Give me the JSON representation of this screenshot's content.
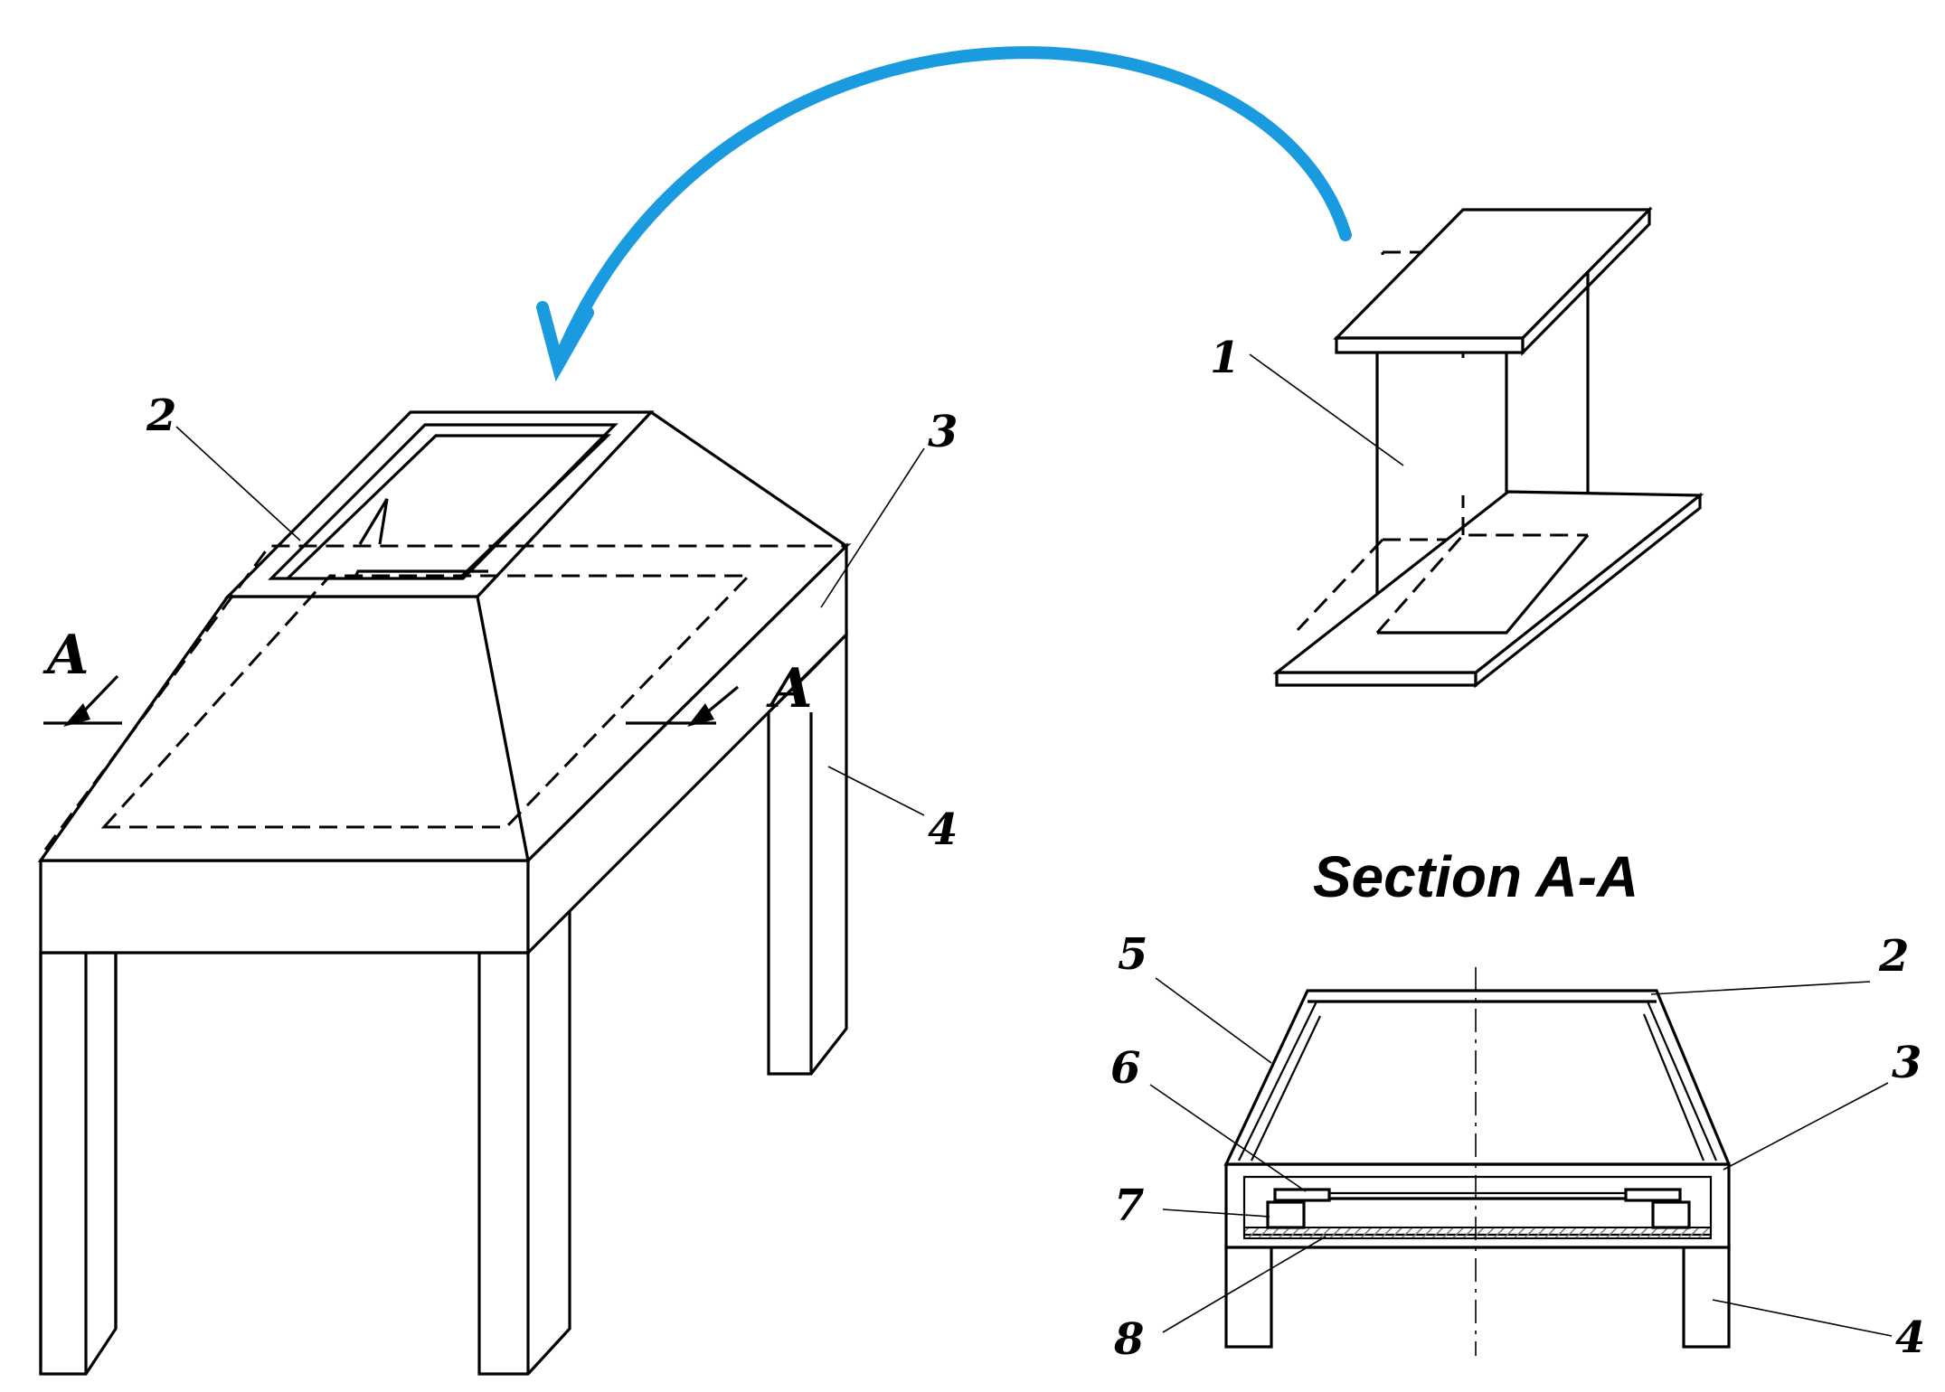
{
  "labels": {
    "n1": "1",
    "n2a": "2",
    "n3a": "3",
    "n4a": "4",
    "n5": "5",
    "n2b": "2",
    "n6": "6",
    "n3b": "3",
    "n7": "7",
    "n8": "8",
    "n4b": "4",
    "section_left": "A",
    "section_right": "A"
  },
  "section_title": "Section A-A",
  "colors": {
    "arrow": "#1a9be0",
    "line": "#000000",
    "hatch": "#7a7a7a"
  }
}
